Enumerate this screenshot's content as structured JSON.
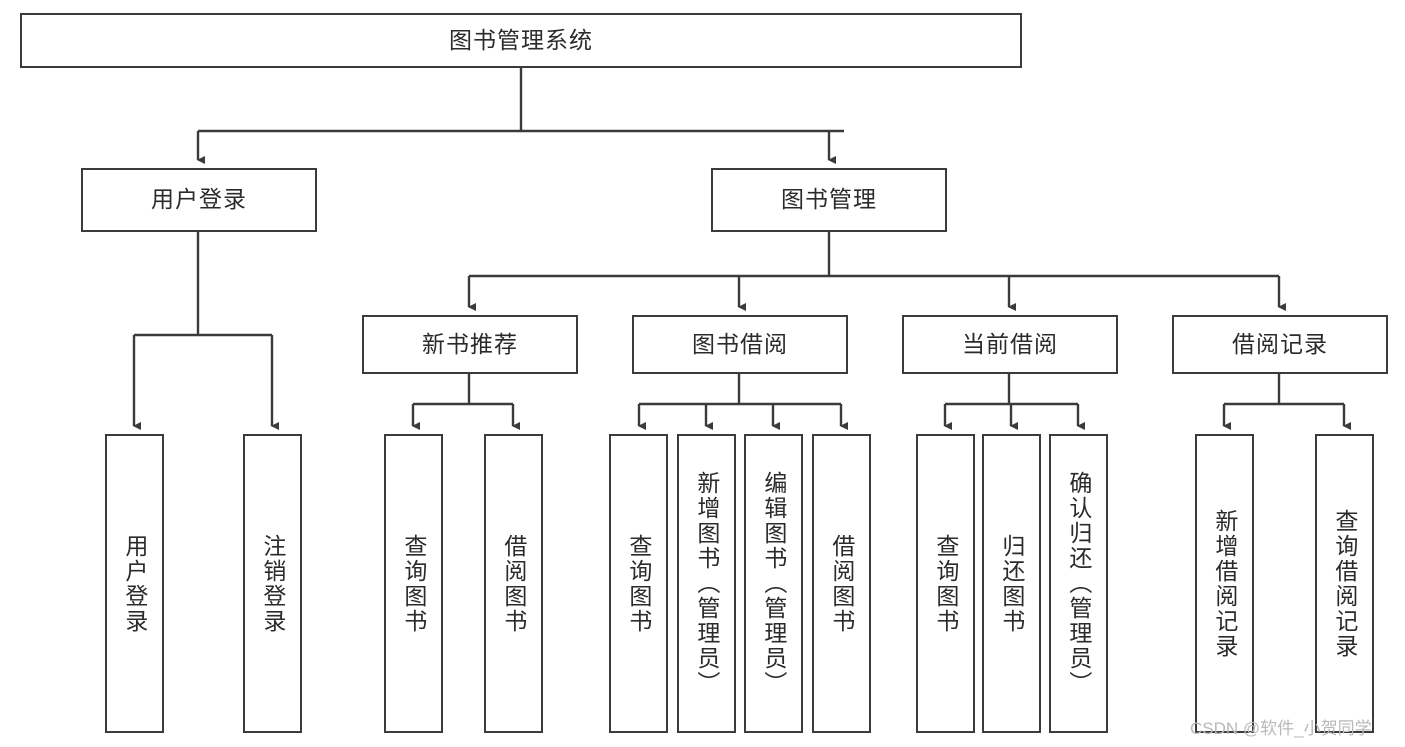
{
  "diagram": {
    "type": "tree-hierarchy",
    "title": "图书管理系统",
    "watermark": "CSDN @软件_小贺同学",
    "colors": {
      "box_border": "#3b3b3b",
      "box_fill": "#ffffff",
      "edge": "#3b3b3b",
      "text": "#2b2b2b",
      "watermark": "#b9b9b9",
      "background": "#ffffff"
    },
    "root": {
      "label": "图书管理系统"
    },
    "level1": [
      {
        "label": "用户登录"
      },
      {
        "label": "图书管理"
      }
    ],
    "level2": [
      {
        "label": "新书推荐"
      },
      {
        "label": "图书借阅"
      },
      {
        "label": "当前借阅"
      },
      {
        "label": "借阅记录"
      }
    ],
    "leaves_user_login": [
      {
        "label": "用户登录"
      },
      {
        "label": "注销登录"
      }
    ],
    "leaves_new_book": [
      {
        "label": "查询图书"
      },
      {
        "label": "借阅图书"
      }
    ],
    "leaves_borrow": [
      {
        "label": "查询图书"
      },
      {
        "label": "新增图书（管理员）"
      },
      {
        "label": "编辑图书（管理员）"
      },
      {
        "label": "借阅图书"
      }
    ],
    "leaves_current": [
      {
        "label": "查询图书"
      },
      {
        "label": "归还图书"
      },
      {
        "label": "确认归还（管理员）"
      }
    ],
    "leaves_records": [
      {
        "label": "新增借阅记录"
      },
      {
        "label": "查询借阅记录"
      }
    ]
  }
}
